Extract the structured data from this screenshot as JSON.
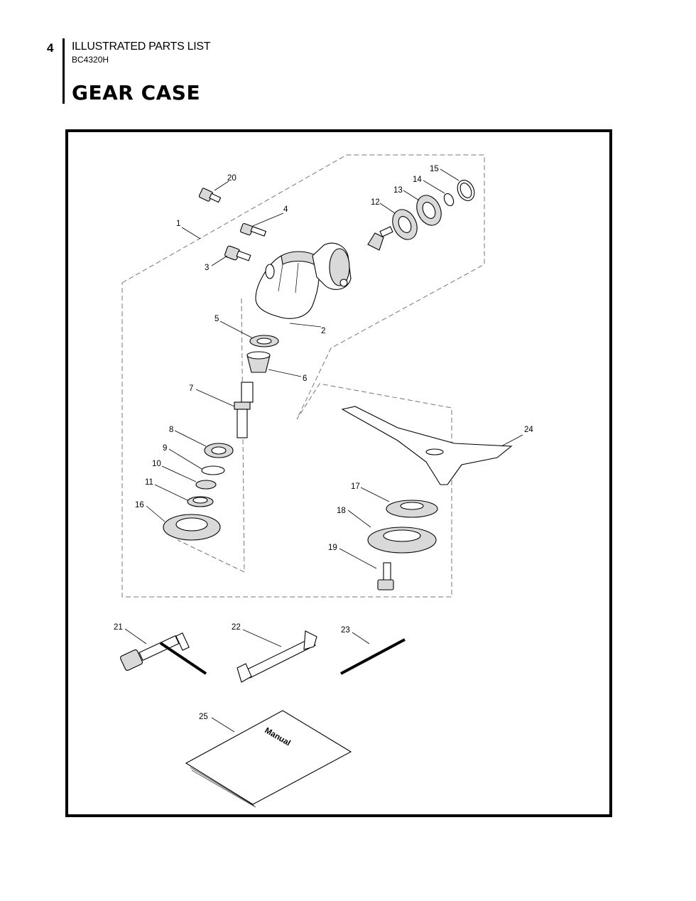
{
  "header": {
    "page_number": "4",
    "document_title": "ILLUSTRATED PARTS LIST",
    "model": "BC4320H",
    "section_title": "GEAR CASE"
  },
  "diagram": {
    "manual_text": "Manual",
    "callouts": {
      "p1": "1",
      "p2": "2",
      "p3": "3",
      "p4": "4",
      "p5": "5",
      "p6": "6",
      "p7": "7",
      "p8": "8",
      "p9": "9",
      "p10": "10",
      "p11": "11",
      "p12": "12",
      "p13": "13",
      "p14": "14",
      "p15": "15",
      "p16": "16",
      "p17": "17",
      "p18": "18",
      "p19": "19",
      "p20": "20",
      "p21": "21",
      "p22": "22",
      "p23": "23",
      "p24": "24",
      "p25": "25"
    }
  }
}
